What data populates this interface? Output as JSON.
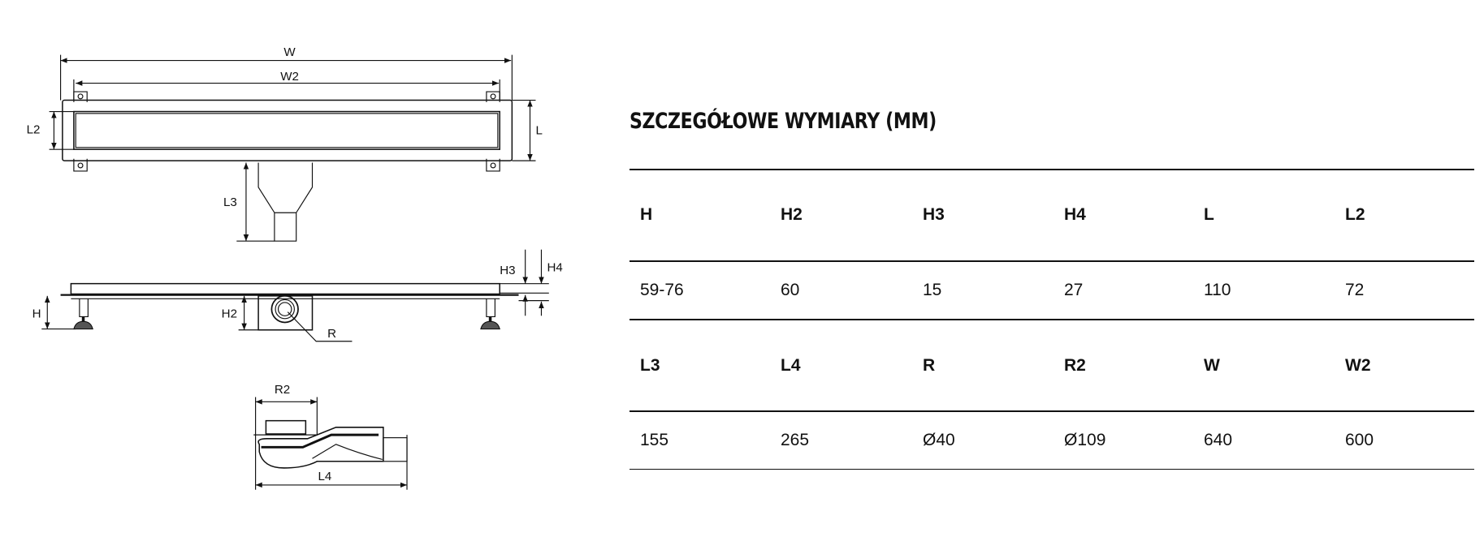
{
  "title": "SZCZEGÓŁOWE WYMIARY (MM)",
  "drawing_labels": {
    "W": "W",
    "W2": "W2",
    "L": "L",
    "L2": "L2",
    "L3": "L3",
    "H": "H",
    "H2": "H2",
    "H3": "H3",
    "H4": "H4",
    "R": "R",
    "R2": "R2",
    "L4": "L4"
  },
  "table": {
    "rows": [
      {
        "headers": [
          "H",
          "H2",
          "H3",
          "H4",
          "L",
          "L2"
        ],
        "values": [
          "59-76",
          "60",
          "15",
          "27",
          "110",
          "72"
        ]
      },
      {
        "headers": [
          "L3",
          "L4",
          "R",
          "R2",
          "W",
          "W2"
        ],
        "values": [
          "155",
          "265",
          "Ø40",
          "Ø109",
          "640",
          "600"
        ]
      }
    ]
  }
}
